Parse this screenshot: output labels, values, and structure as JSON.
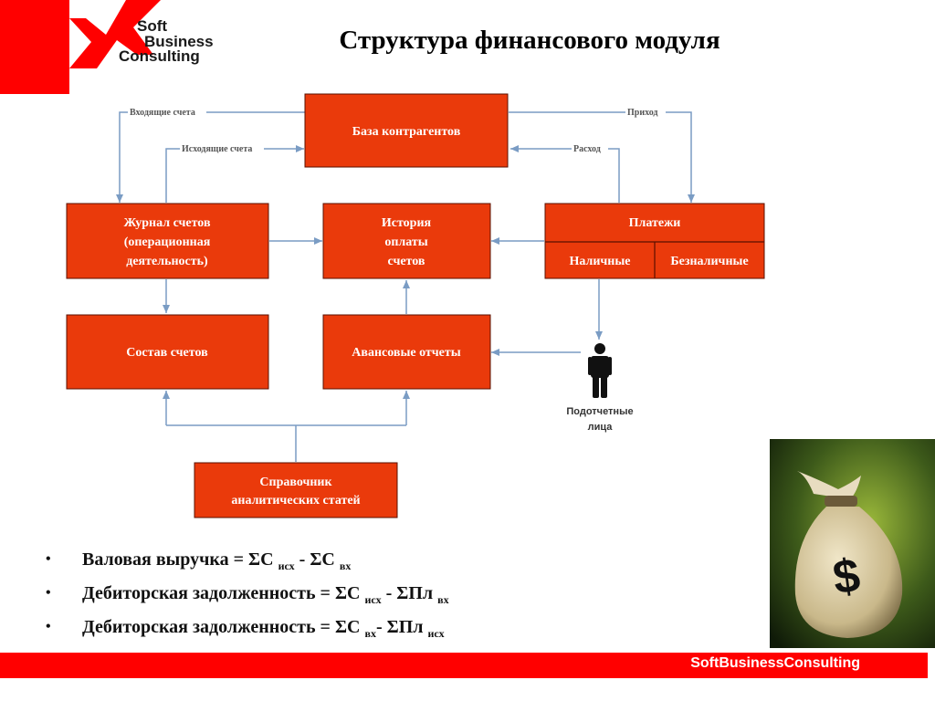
{
  "header": {
    "logo": {
      "line1": "Soft",
      "line2": "Business",
      "line3": "Consulting"
    },
    "title": "Структура финансового модуля"
  },
  "colors": {
    "accent": "#ff0000",
    "box": "#ea3a0b",
    "arrow": "#7a9cc4"
  },
  "diagram": {
    "nodes": {
      "base": {
        "label": "База контрагентов"
      },
      "journal": {
        "lines": [
          "Журнал счетов",
          "(операционная",
          "деятельность)"
        ]
      },
      "history": {
        "lines": [
          "История",
          "оплаты",
          "счетов"
        ]
      },
      "payments": {
        "label": "Платежи",
        "cash": "Наличные",
        "noncash": "Безналичные"
      },
      "composition": {
        "label": "Состав счетов"
      },
      "advance": {
        "label": "Авансовые отчеты"
      },
      "reference": {
        "lines": [
          "Справочник",
          "аналитических статей"
        ]
      },
      "accountable": {
        "lines": [
          "Подотчетные",
          "лица"
        ]
      }
    },
    "edges": {
      "incoming": "Входящие счета",
      "outgoing": "Исходящие счета",
      "income": "Приход",
      "expense": "Расход"
    }
  },
  "formulas": [
    {
      "text": "Валовая выручка = ΣС ",
      "sub1": "исх",
      "mid": " - ΣС ",
      "sub2": "вх"
    },
    {
      "text": "Дебиторская задолженность = ΣС ",
      "sub1": "исх",
      "mid": " - ΣПл ",
      "sub2": "вх"
    },
    {
      "text": "Дебиторская задолженность = ΣС ",
      "sub1": "вх",
      "mid": "- ΣПл ",
      "sub2": "исх"
    }
  ],
  "footer": {
    "text": "SoftBusinessConsulting"
  },
  "image": {
    "icon": "money-bag-icon"
  }
}
